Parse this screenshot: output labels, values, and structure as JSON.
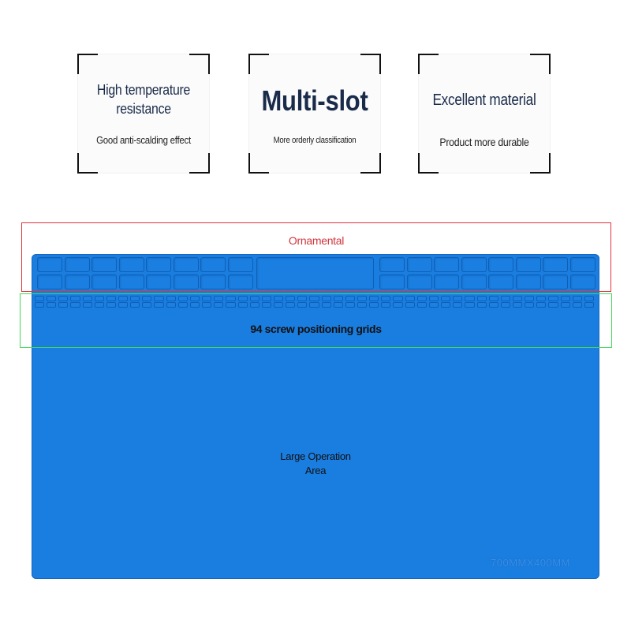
{
  "features": [
    {
      "title_line1": "High temperature",
      "title_line2": "resistance",
      "subtitle": "Good anti-scalding effect"
    },
    {
      "title": "Multi-slot",
      "subtitle": "More orderly classification"
    },
    {
      "title": "Excellent material",
      "subtitle": "Product more durable"
    }
  ],
  "mat": {
    "color": "#1a7de0",
    "ornamental_label": "Ornamental",
    "grid_label": "94 screw positioning grids",
    "area_label_line1": "Large Operation",
    "area_label_line2": "Area",
    "size_mark": "700MMX400MM"
  },
  "annotation_colors": {
    "ornamental": "#e0333c",
    "grid": "#45d75a"
  }
}
